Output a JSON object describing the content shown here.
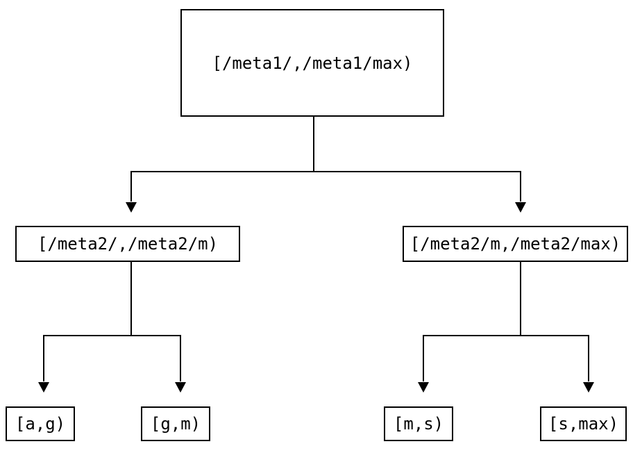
{
  "colors": {
    "background": "#ffffff",
    "line": "#000000",
    "text": "#000000"
  },
  "nodes": {
    "root": {
      "label": "[/meta1/,/meta1/max)"
    },
    "level2": [
      {
        "label": "[/meta2/,/meta2/m)"
      },
      {
        "label": "[/meta2/m,/meta2/max)"
      }
    ],
    "leaves": [
      {
        "label": "[a,g)"
      },
      {
        "label": "[g,m)"
      },
      {
        "label": "[m,s)"
      },
      {
        "label": "[s,max)"
      }
    ]
  }
}
